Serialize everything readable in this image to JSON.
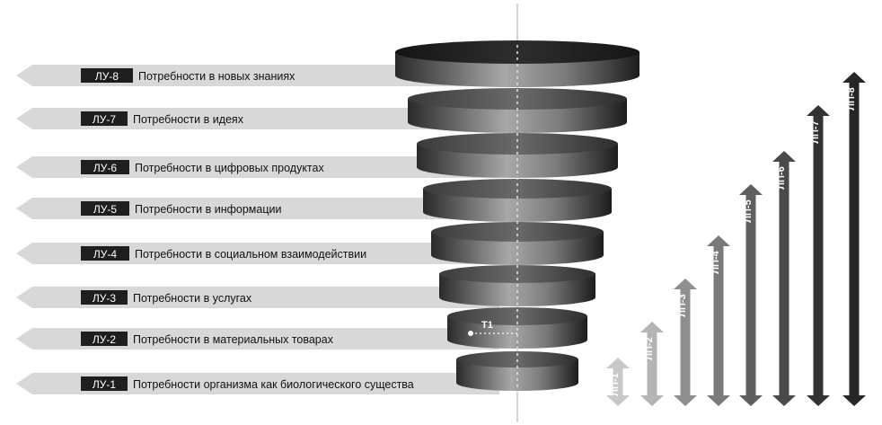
{
  "levels": [
    {
      "code": "ЛУ-8",
      "text": "Потребности в новых знаниях"
    },
    {
      "code": "ЛУ-7",
      "text": "Потребности в идеях"
    },
    {
      "code": "ЛУ-6",
      "text": "Потребности в цифровых продуктах"
    },
    {
      "code": "ЛУ-5",
      "text": "Потребности в информации"
    },
    {
      "code": "ЛУ-4",
      "text": "Потребности в социальном взаимодействии"
    },
    {
      "code": "ЛУ-3",
      "text": "Потребности в услугах"
    },
    {
      "code": "ЛУ-2",
      "text": "Потребности в материальных товарах"
    },
    {
      "code": "ЛУ-1",
      "text": "Потребности организма как биологического существа"
    }
  ],
  "point_label": "Т1",
  "lp_arrows": [
    {
      "label": "ЛП-1",
      "color": "#c8c8c8"
    },
    {
      "label": "ЛП-2",
      "color": "#b4b4b4"
    },
    {
      "label": "ЛП-3",
      "color": "#8f8f8f"
    },
    {
      "label": "ЛП-4",
      "color": "#7a7a7a"
    },
    {
      "label": "ЛП-5",
      "color": "#5f5f5f"
    },
    {
      "label": "ЛП-6",
      "color": "#4a4a4a"
    },
    {
      "label": "ЛП-7",
      "color": "#333333"
    },
    {
      "label": "ЛП-8",
      "color": "#262626"
    }
  ],
  "colors": {
    "banner": "#d8d8d8",
    "tag_bg": "#1e1e1e",
    "tag_text": "#ffffff",
    "disc_dark": "#1f1f1f",
    "disc_light": "#9a9a9a",
    "axis": "#d4d4d4"
  }
}
